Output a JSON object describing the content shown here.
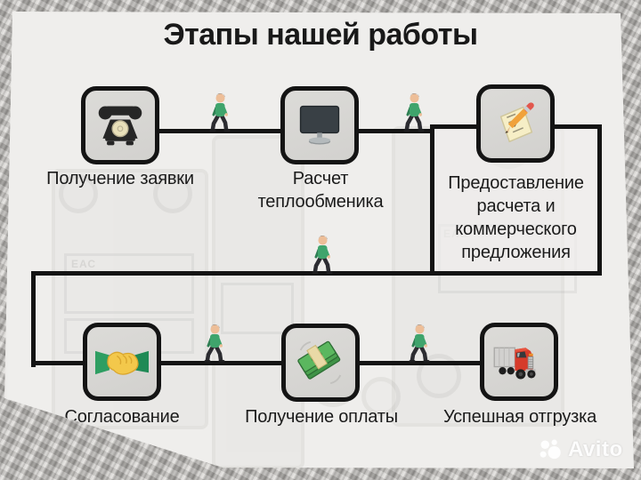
{
  "title": "Этапы нашей работы",
  "stages": [
    {
      "icon": "phone-icon",
      "label": "Получение заявки"
    },
    {
      "icon": "computer-icon",
      "label": "Расчет теплообменика"
    },
    {
      "icon": "note-pencil-icon",
      "label": "Предоставление расчета и коммерческого предложения"
    },
    {
      "icon": "handshake-icon",
      "label": "Согласование"
    },
    {
      "icon": "money-icon",
      "label": "Получение оплаты"
    },
    {
      "icon": "truck-icon",
      "label": "Успешная отгрузка"
    }
  ],
  "background_photo": {
    "marking_text": "ЕАС"
  },
  "watermark": {
    "brand": "Avito"
  },
  "colors": {
    "line_black": "#141414",
    "panel_bg": "#efeeec",
    "box_bg": "#d7d6d3",
    "shirt_green": "#3fa46c",
    "money_green": "#4da551",
    "truck_red": "#d63b2a",
    "hand_yellow": "#f3c84b"
  }
}
